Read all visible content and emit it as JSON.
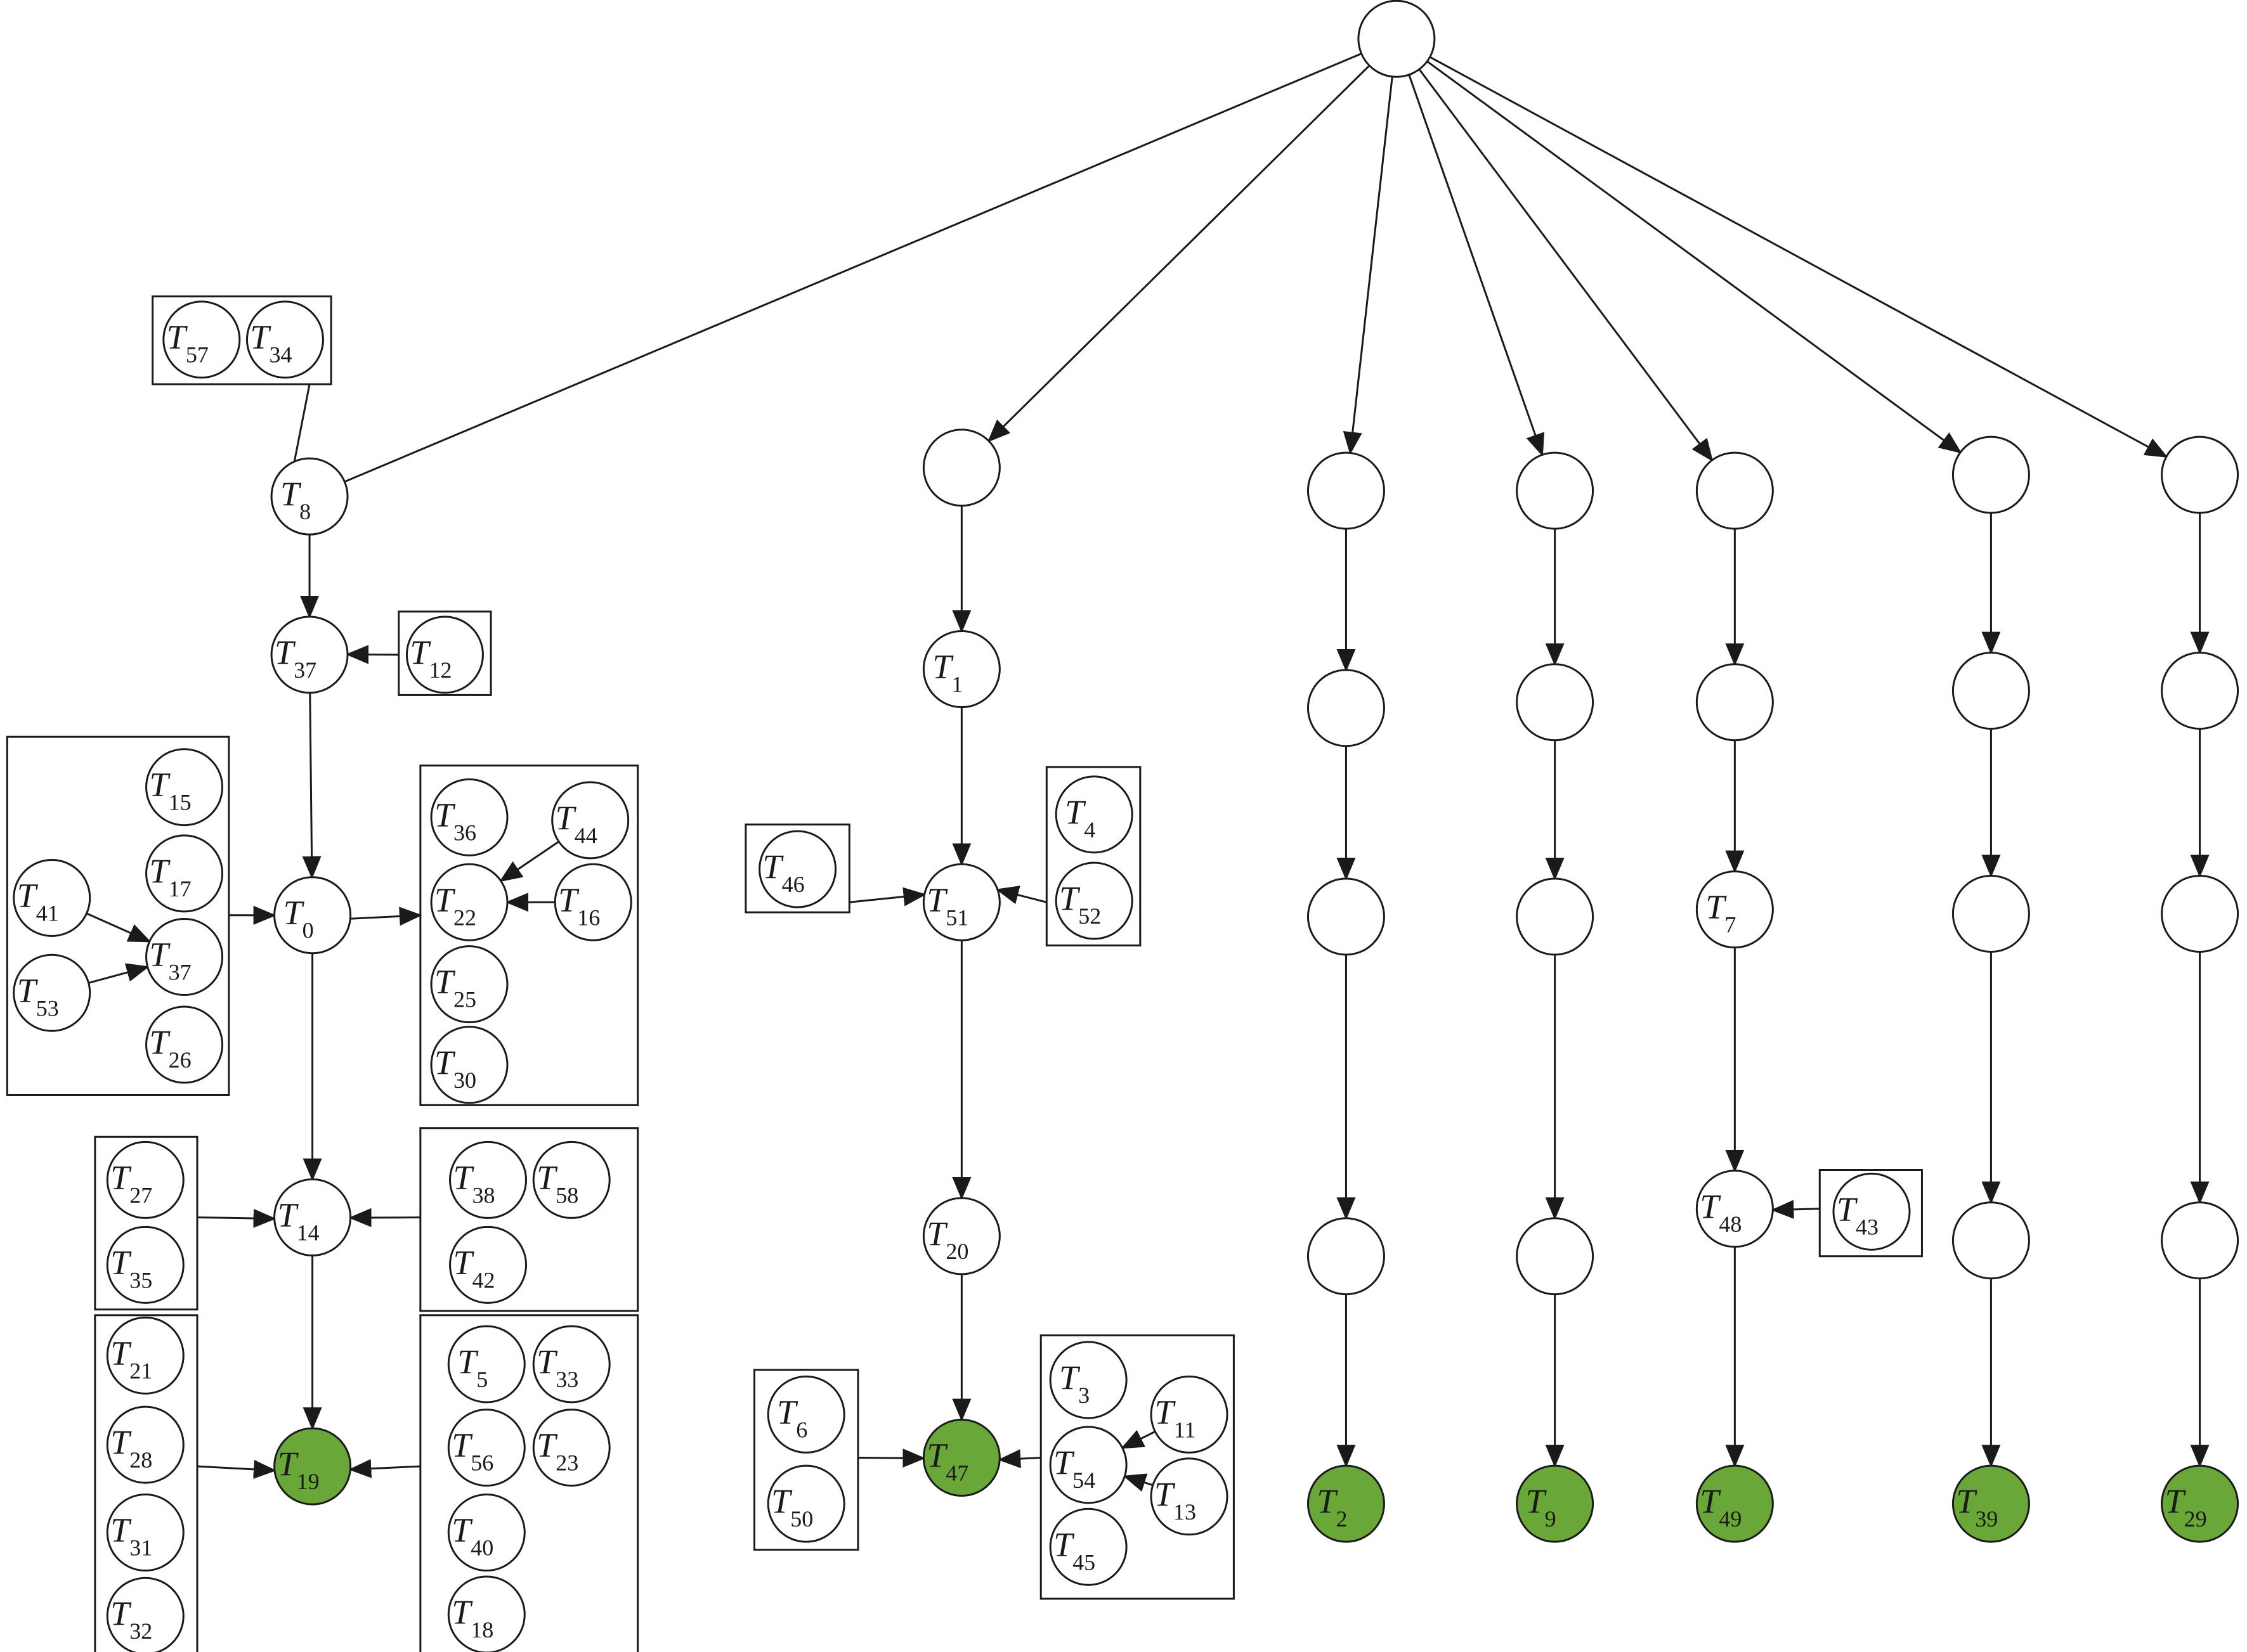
{
  "diagram": {
    "accent_color": "#6aa739",
    "nodes": [
      {
        "id": "root",
        "label": ""
      },
      {
        "id": "T8",
        "label": "T",
        "sub": "8"
      },
      {
        "id": "T57",
        "label": "T",
        "sub": "57"
      },
      {
        "id": "T34",
        "label": "T",
        "sub": "34"
      },
      {
        "id": "T37a",
        "label": "T",
        "sub": "37"
      },
      {
        "id": "T12",
        "label": "T",
        "sub": "12"
      },
      {
        "id": "T0",
        "label": "T",
        "sub": "0"
      },
      {
        "id": "T15",
        "label": "T",
        "sub": "15"
      },
      {
        "id": "T17",
        "label": "T",
        "sub": "17"
      },
      {
        "id": "T37b",
        "label": "T",
        "sub": "37"
      },
      {
        "id": "T26",
        "label": "T",
        "sub": "26"
      },
      {
        "id": "T41",
        "label": "T",
        "sub": "41"
      },
      {
        "id": "T53",
        "label": "T",
        "sub": "53"
      },
      {
        "id": "T36",
        "label": "T",
        "sub": "36"
      },
      {
        "id": "T44",
        "label": "T",
        "sub": "44"
      },
      {
        "id": "T22",
        "label": "T",
        "sub": "22"
      },
      {
        "id": "T16",
        "label": "T",
        "sub": "16"
      },
      {
        "id": "T25",
        "label": "T",
        "sub": "25"
      },
      {
        "id": "T30",
        "label": "T",
        "sub": "30"
      },
      {
        "id": "T14",
        "label": "T",
        "sub": "14"
      },
      {
        "id": "T27",
        "label": "T",
        "sub": "27"
      },
      {
        "id": "T35",
        "label": "T",
        "sub": "35"
      },
      {
        "id": "T38",
        "label": "T",
        "sub": "38"
      },
      {
        "id": "T58",
        "label": "T",
        "sub": "58"
      },
      {
        "id": "T42",
        "label": "T",
        "sub": "42"
      },
      {
        "id": "T19",
        "label": "T",
        "sub": "19",
        "goal": true
      },
      {
        "id": "T21",
        "label": "T",
        "sub": "21"
      },
      {
        "id": "T28",
        "label": "T",
        "sub": "28"
      },
      {
        "id": "T31",
        "label": "T",
        "sub": "31"
      },
      {
        "id": "T32",
        "label": "T",
        "sub": "32"
      },
      {
        "id": "T5",
        "label": "T",
        "sub": "5"
      },
      {
        "id": "T33",
        "label": "T",
        "sub": "33"
      },
      {
        "id": "T56",
        "label": "T",
        "sub": "56"
      },
      {
        "id": "T23",
        "label": "T",
        "sub": "23"
      },
      {
        "id": "T40",
        "label": "T",
        "sub": "40"
      },
      {
        "id": "T18",
        "label": "T",
        "sub": "18"
      },
      {
        "id": "c2a",
        "label": ""
      },
      {
        "id": "T1",
        "label": "T",
        "sub": "1"
      },
      {
        "id": "T51",
        "label": "T",
        "sub": "51"
      },
      {
        "id": "T46",
        "label": "T",
        "sub": "46"
      },
      {
        "id": "T4",
        "label": "T",
        "sub": "4"
      },
      {
        "id": "T52",
        "label": "T",
        "sub": "52"
      },
      {
        "id": "T20",
        "label": "T",
        "sub": "20"
      },
      {
        "id": "T47",
        "label": "T",
        "sub": "47",
        "goal": true
      },
      {
        "id": "T6",
        "label": "T",
        "sub": "6"
      },
      {
        "id": "T50",
        "label": "T",
        "sub": "50"
      },
      {
        "id": "T3",
        "label": "T",
        "sub": "3"
      },
      {
        "id": "T11",
        "label": "T",
        "sub": "11"
      },
      {
        "id": "T54",
        "label": "T",
        "sub": "54"
      },
      {
        "id": "T13",
        "label": "T",
        "sub": "13"
      },
      {
        "id": "T45",
        "label": "T",
        "sub": "45"
      },
      {
        "id": "c3a",
        "label": ""
      },
      {
        "id": "c3b",
        "label": ""
      },
      {
        "id": "c3c",
        "label": ""
      },
      {
        "id": "c3d",
        "label": ""
      },
      {
        "id": "T2",
        "label": "T",
        "sub": "2",
        "goal": true
      },
      {
        "id": "c4a",
        "label": ""
      },
      {
        "id": "c4b",
        "label": ""
      },
      {
        "id": "c4c",
        "label": ""
      },
      {
        "id": "c4d",
        "label": ""
      },
      {
        "id": "T9",
        "label": "T",
        "sub": "9",
        "goal": true
      },
      {
        "id": "c5a",
        "label": ""
      },
      {
        "id": "c5b",
        "label": ""
      },
      {
        "id": "T7",
        "label": "T",
        "sub": "7"
      },
      {
        "id": "T48",
        "label": "T",
        "sub": "48"
      },
      {
        "id": "T43",
        "label": "T",
        "sub": "43"
      },
      {
        "id": "T49",
        "label": "T",
        "sub": "49",
        "goal": true
      },
      {
        "id": "c6a",
        "label": ""
      },
      {
        "id": "c6b",
        "label": ""
      },
      {
        "id": "c6c",
        "label": ""
      },
      {
        "id": "c6d",
        "label": ""
      },
      {
        "id": "T39",
        "label": "T",
        "sub": "39",
        "goal": true
      },
      {
        "id": "c7a",
        "label": ""
      },
      {
        "id": "c7b",
        "label": ""
      },
      {
        "id": "c7c",
        "label": ""
      },
      {
        "id": "c7d",
        "label": ""
      },
      {
        "id": "T29",
        "label": "T",
        "sub": "29",
        "goal": true
      }
    ],
    "edges": [
      {
        "from": "root",
        "to": "T8",
        "arrow": false
      },
      {
        "from": "root",
        "to": "c2a",
        "arrow": true
      },
      {
        "from": "root",
        "to": "c3a",
        "arrow": true
      },
      {
        "from": "root",
        "to": "c4a",
        "arrow": true
      },
      {
        "from": "root",
        "to": "c5a",
        "arrow": true
      },
      {
        "from": "root",
        "to": "c6a",
        "arrow": true
      },
      {
        "from": "root",
        "to": "c7a",
        "arrow": true
      },
      {
        "from": "box_T57_T34",
        "to": "T8",
        "arrow": false
      },
      {
        "from": "T8",
        "to": "T37a",
        "arrow": true
      },
      {
        "from": "box_T12",
        "to": "T37a",
        "arrow": true
      },
      {
        "from": "T37a",
        "to": "T0",
        "arrow": true
      },
      {
        "from": "box_left_T0",
        "to": "T0",
        "arrow": true
      },
      {
        "from": "T0",
        "to": "box_right_T0",
        "arrow": true
      },
      {
        "from": "T41",
        "to": "T37b",
        "arrow": true
      },
      {
        "from": "T53",
        "to": "T37b",
        "arrow": true
      },
      {
        "from": "T44",
        "to": "T22",
        "arrow": true
      },
      {
        "from": "T16",
        "to": "T22",
        "arrow": true
      },
      {
        "from": "T0",
        "to": "T14",
        "arrow": true
      },
      {
        "from": "box_T27_T35",
        "to": "T14",
        "arrow": true
      },
      {
        "from": "box_T38_T58_T42",
        "to": "T14",
        "arrow": true
      },
      {
        "from": "T14",
        "to": "T19",
        "arrow": true
      },
      {
        "from": "box_T21_T32",
        "to": "T19",
        "arrow": true
      },
      {
        "from": "box_T5_T18",
        "to": "T19",
        "arrow": true
      },
      {
        "from": "c2a",
        "to": "T1",
        "arrow": true
      },
      {
        "from": "T1",
        "to": "T51",
        "arrow": true
      },
      {
        "from": "box_T46",
        "to": "T51",
        "arrow": true
      },
      {
        "from": "box_T4_T52",
        "to": "T51",
        "arrow": true
      },
      {
        "from": "T51",
        "to": "T20",
        "arrow": true
      },
      {
        "from": "T20",
        "to": "T47",
        "arrow": true
      },
      {
        "from": "box_T6_T50",
        "to": "T47",
        "arrow": true
      },
      {
        "from": "box_T3_T45",
        "to": "T47",
        "arrow": true
      },
      {
        "from": "T11",
        "to": "T54",
        "arrow": true
      },
      {
        "from": "T13",
        "to": "T54",
        "arrow": true
      },
      {
        "from": "c3a",
        "to": "c3b",
        "arrow": true
      },
      {
        "from": "c3b",
        "to": "c3c",
        "arrow": true
      },
      {
        "from": "c3c",
        "to": "c3d",
        "arrow": true
      },
      {
        "from": "c3d",
        "to": "T2",
        "arrow": true
      },
      {
        "from": "c4a",
        "to": "c4b",
        "arrow": true
      },
      {
        "from": "c4b",
        "to": "c4c",
        "arrow": true
      },
      {
        "from": "c4c",
        "to": "c4d",
        "arrow": true
      },
      {
        "from": "c4d",
        "to": "T9",
        "arrow": true
      },
      {
        "from": "c5a",
        "to": "c5b",
        "arrow": true
      },
      {
        "from": "c5b",
        "to": "T7",
        "arrow": true
      },
      {
        "from": "T7",
        "to": "T48",
        "arrow": true
      },
      {
        "from": "box_T43",
        "to": "T48",
        "arrow": true
      },
      {
        "from": "T48",
        "to": "T49",
        "arrow": true
      },
      {
        "from": "c6a",
        "to": "c6b",
        "arrow": true
      },
      {
        "from": "c6b",
        "to": "c6c",
        "arrow": true
      },
      {
        "from": "c6c",
        "to": "c6d",
        "arrow": true
      },
      {
        "from": "c6d",
        "to": "T39",
        "arrow": true
      },
      {
        "from": "c7a",
        "to": "c7b",
        "arrow": true
      },
      {
        "from": "c7b",
        "to": "c7c",
        "arrow": true
      },
      {
        "from": "c7c",
        "to": "c7d",
        "arrow": true
      },
      {
        "from": "c7d",
        "to": "T29",
        "arrow": true
      }
    ]
  }
}
